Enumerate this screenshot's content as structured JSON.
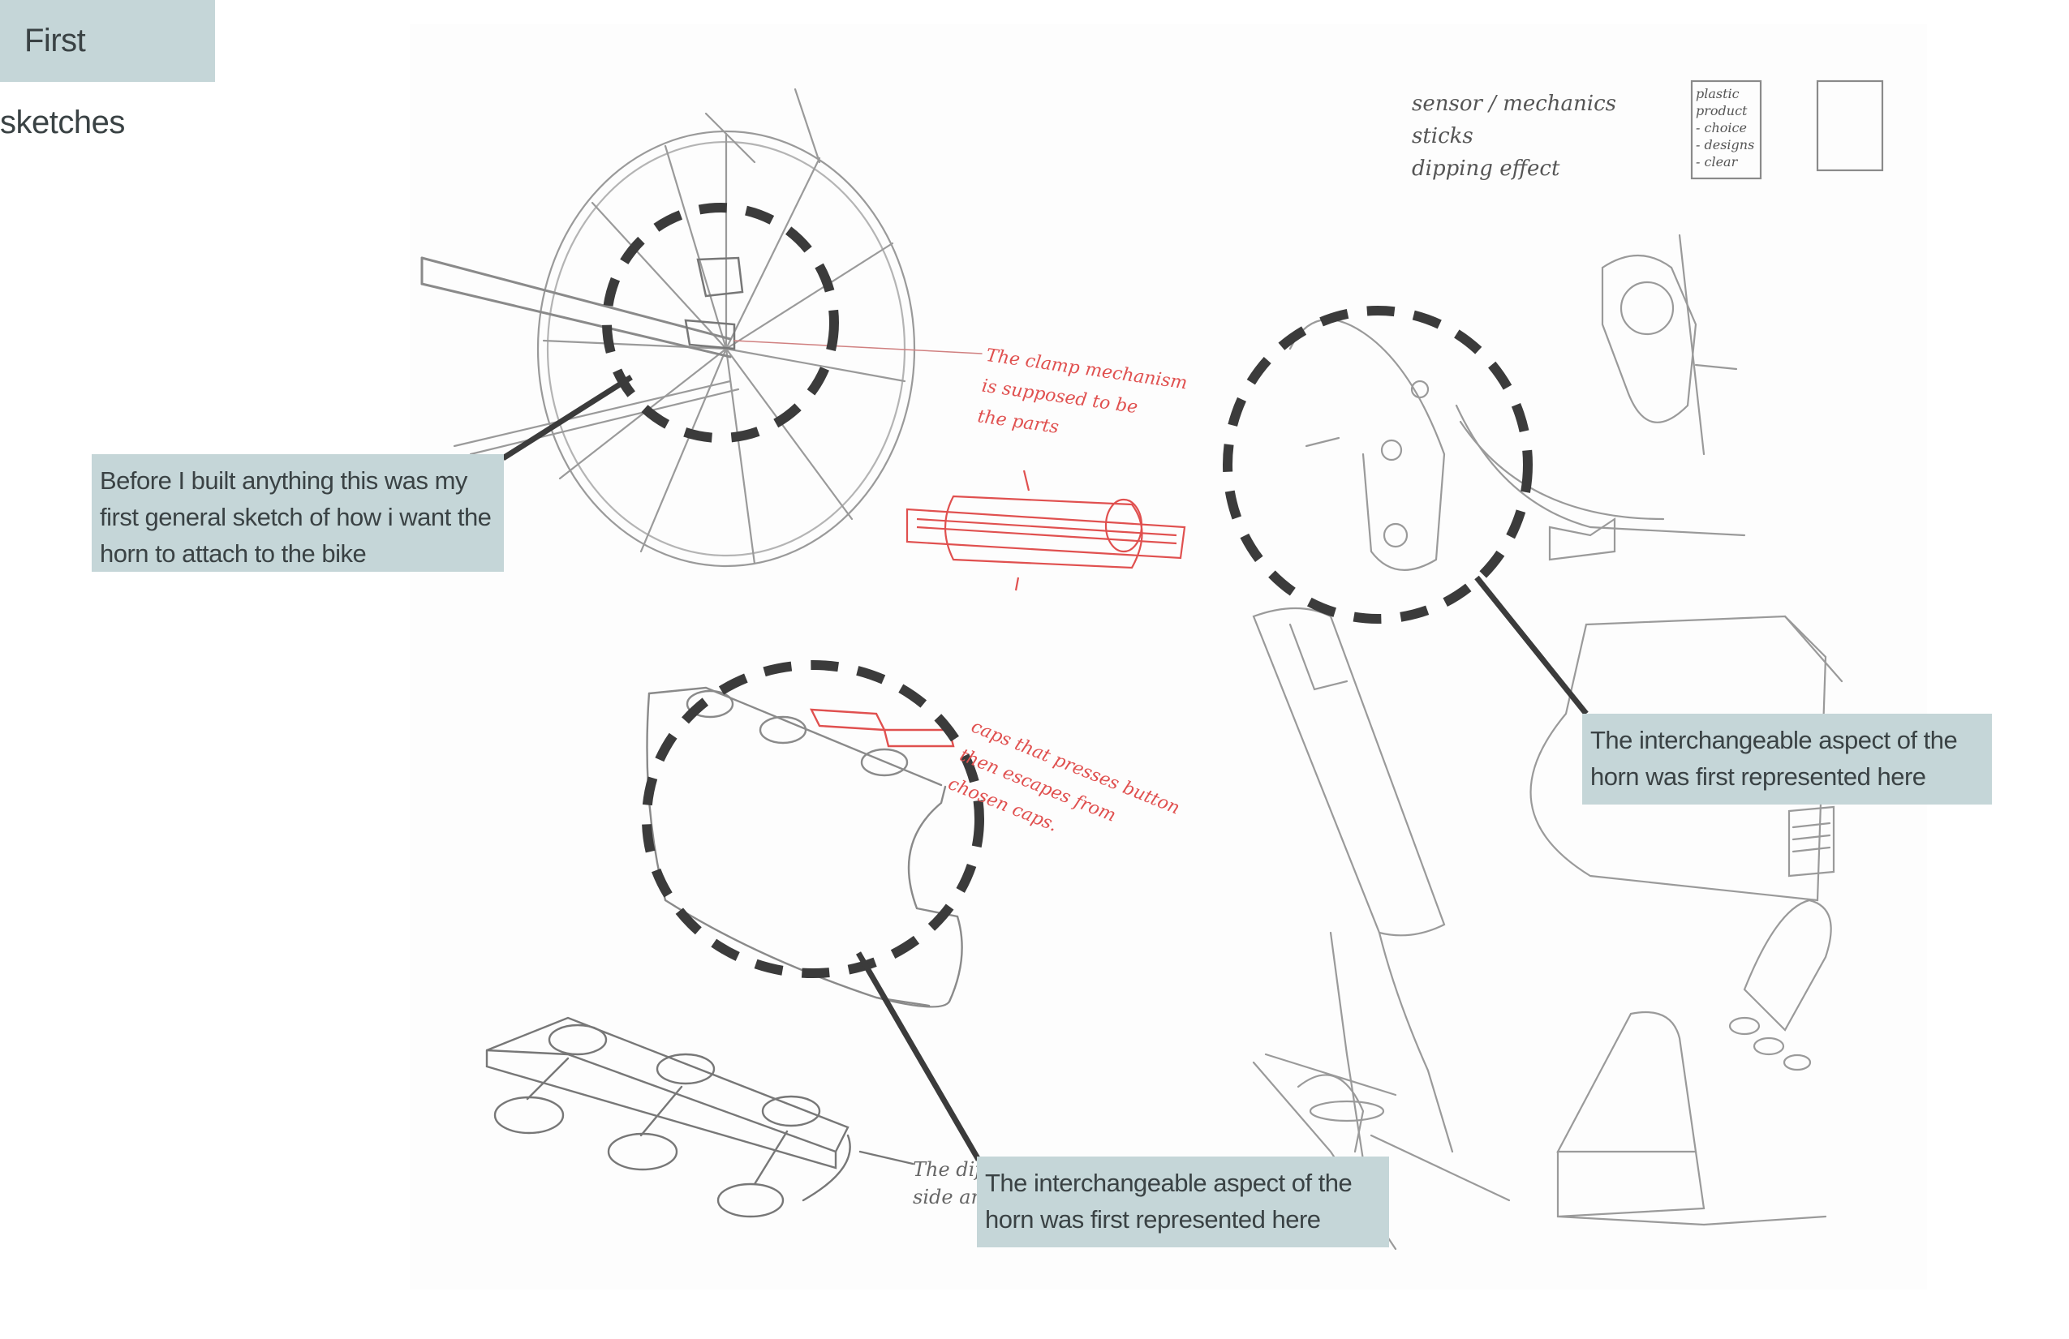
{
  "title": "First sketches",
  "callouts": [
    {
      "lines": [
        "Before I built anything this was my",
        "first general sketch of how i want the",
        "horn to attach to the bike"
      ]
    },
    {
      "lines": [
        "The interchangeable aspect of the",
        "horn was first represented here"
      ]
    },
    {
      "lines": [
        "The interchangeable aspect of the",
        "horn was first represented here"
      ]
    }
  ],
  "handwritten": {
    "clamp_note": [
      "The clamp mechanism",
      "is supposed to be",
      "the parts"
    ],
    "caps_note": [
      "caps that presses button",
      "then escapes from",
      "chosen caps."
    ],
    "topright_note": [
      "sensor / mechanics",
      "sticks",
      "dipping effect"
    ],
    "box_note": [
      "plastic",
      "product",
      "- choice",
      "- designs",
      "- clear"
    ],
    "bottom_note": [
      "The different",
      "side and the holder"
    ]
  },
  "colors": {
    "tag_bg": "#c5d6d8",
    "tag_text": "#3a4244",
    "dash_circle": "#3b3b3b",
    "red_pen": "#e0504f",
    "pencil": "#9a9a9a"
  }
}
